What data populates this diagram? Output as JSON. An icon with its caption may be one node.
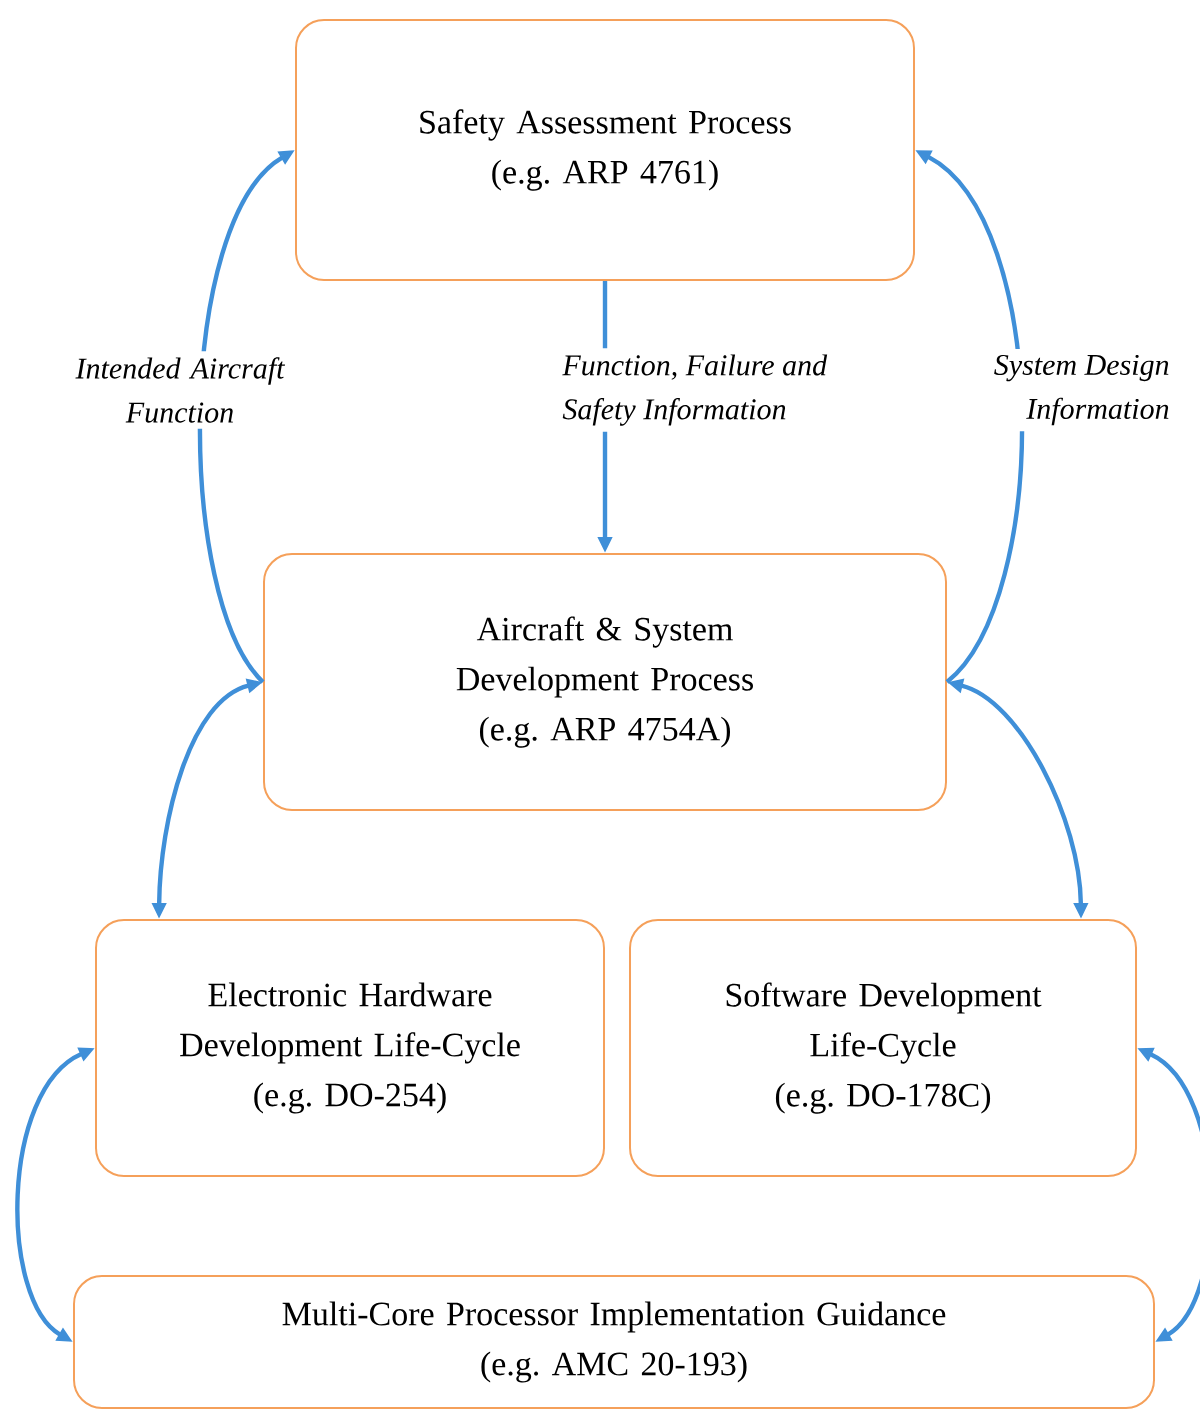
{
  "diagram": {
    "nodes": [
      {
        "text": [
          "Safety Assessment Process",
          "(e.g. ARP 4761)"
        ]
      },
      {
        "text": [
          "Aircraft & System Development Process",
          "(e.g. ARP 4754A)"
        ]
      },
      {
        "text": [
          "Electronic Hardware Development Life-Cycle",
          "(e.g. DO-254)"
        ]
      },
      {
        "text": [
          "Software Development Life-Cycle",
          "(e.g. DO-178C)"
        ]
      },
      {
        "text": [
          "Multi-Core Processor Implementation Guidance",
          "(e.g. AMC 20-193)"
        ]
      }
    ],
    "edges": [
      {
        "from": 1,
        "to": 0,
        "arrow": "to",
        "label": "Intended Aircraft Function"
      },
      {
        "from": 0,
        "to": 1,
        "arrow": "to",
        "label": "Function, Failure and Safety Information"
      },
      {
        "from": 1,
        "to": 0,
        "arrow": "to",
        "label": "System Design Information"
      },
      {
        "from": 1,
        "to": 2,
        "arrow": "both"
      },
      {
        "from": 1,
        "to": 3,
        "arrow": "both"
      },
      {
        "from": 2,
        "to": 4,
        "arrow": "both"
      },
      {
        "from": 3,
        "to": 4,
        "arrow": "both"
      }
    ]
  }
}
